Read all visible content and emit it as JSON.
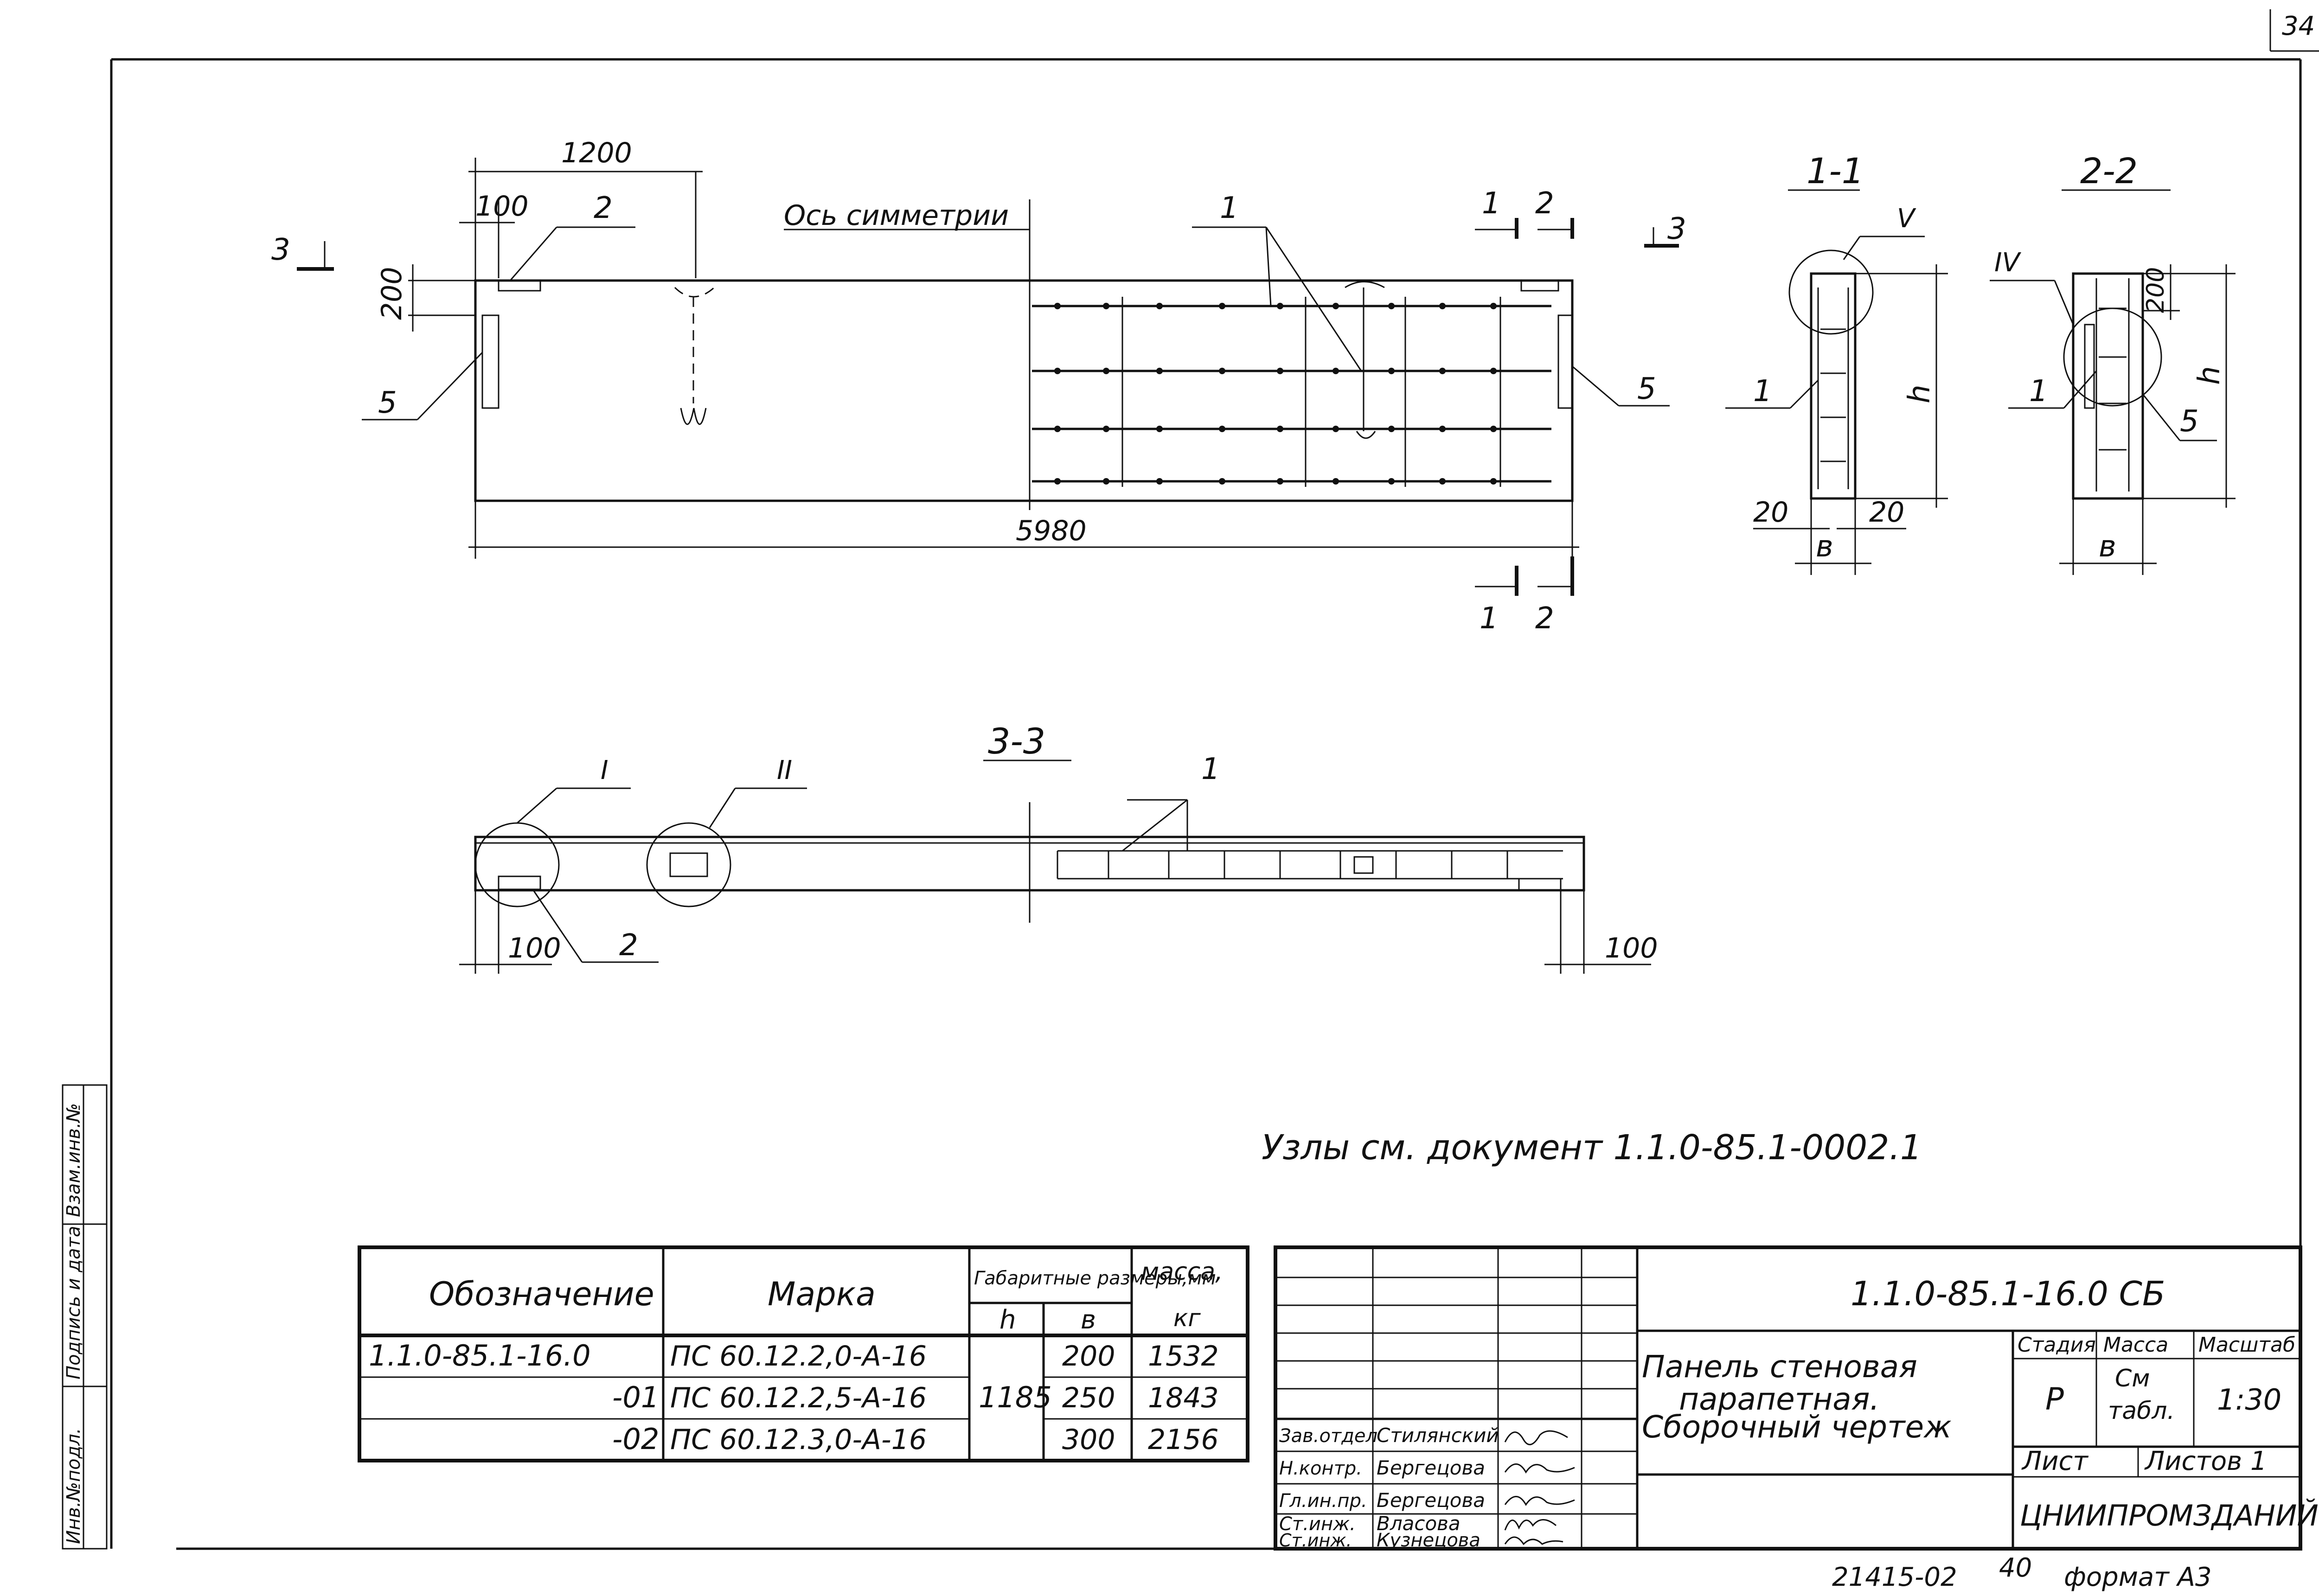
{
  "page_number": "34",
  "side_stamp": {
    "cells": [
      "Инв.№подл.",
      "Подпись и дата",
      "Взам.инв.№"
    ]
  },
  "main_view": {
    "dim_1200": "1200",
    "dim_100": "100",
    "dim_200": "200",
    "dim_5980": "5980",
    "axis_label": "Ось симметрии",
    "section_3": "3",
    "section_1": "1",
    "section_2": "2",
    "pos_1": "1",
    "pos_2": "2",
    "pos_5": "5"
  },
  "section_1_1": {
    "title": "1-1",
    "node": "V",
    "pos_1": "1",
    "h": "h",
    "b": "в",
    "dim_20_left": "20",
    "dim_20_right": "20"
  },
  "section_2_2": {
    "title": "2-2",
    "node": "IV",
    "pos_1": "1",
    "pos_5": "5",
    "dim_200": "200",
    "h": "h",
    "b": "в"
  },
  "section_3_3": {
    "title": "3-3",
    "node_1": "I",
    "node_2": "II",
    "pos_1": "1",
    "pos_2": "2",
    "dim_100_left": "100",
    "dim_100_right": "100"
  },
  "nodes_note": "Узлы см. документ 1.1.0-85.1-0002.1",
  "spec_table": {
    "headers": {
      "designation": "Обозначение",
      "mark": "Марка",
      "dims": "Габаритные размеры,мм",
      "h": "h",
      "b": "в",
      "mass": "масса,",
      "mass_unit": "кг"
    },
    "rows": [
      {
        "designation": "1.1.0-85.1-16.0",
        "mark": "ПС 60.12.2,0-А-16",
        "b": "200",
        "mass": "1532"
      },
      {
        "designation": "-01",
        "mark": "ПС 60.12.2,5-А-16",
        "b": "250",
        "mass": "1843"
      },
      {
        "designation": "-02",
        "mark": "ПС 60.12.3,0-А-16",
        "b": "300",
        "mass": "2156"
      }
    ],
    "h_value": "1185"
  },
  "title_block": {
    "doc_code": "1.1.0-85.1-16.0 СБ",
    "title_line1": "Панель стеновая",
    "title_line2": "парапетная.",
    "title_line3": "Сборочный чертеж",
    "stage_label": "Стадия",
    "mass_label": "Масса",
    "scale_label": "Масштаб",
    "stage_value": "Р",
    "mass_value_1": "См",
    "mass_value_2": "табл.",
    "scale_value": "1:30",
    "sheet_label": "Лист",
    "sheets_label": "Листов 1",
    "org": "ЦНИИПРОМЗДАНИЙ",
    "signers": [
      {
        "role": "Зав.отдел",
        "name": "Стилянский"
      },
      {
        "role": "Н.контр.",
        "name": "Бергецова"
      },
      {
        "role": "Гл.ин.пр.",
        "name": "Бергецова"
      },
      {
        "role": "Ст.инж.",
        "name": "Власова"
      },
      {
        "role": "Ст.инж.",
        "name": "Кузнецова"
      }
    ]
  },
  "footer": {
    "code": "21415-02",
    "page": "40",
    "format": "формат А3"
  }
}
